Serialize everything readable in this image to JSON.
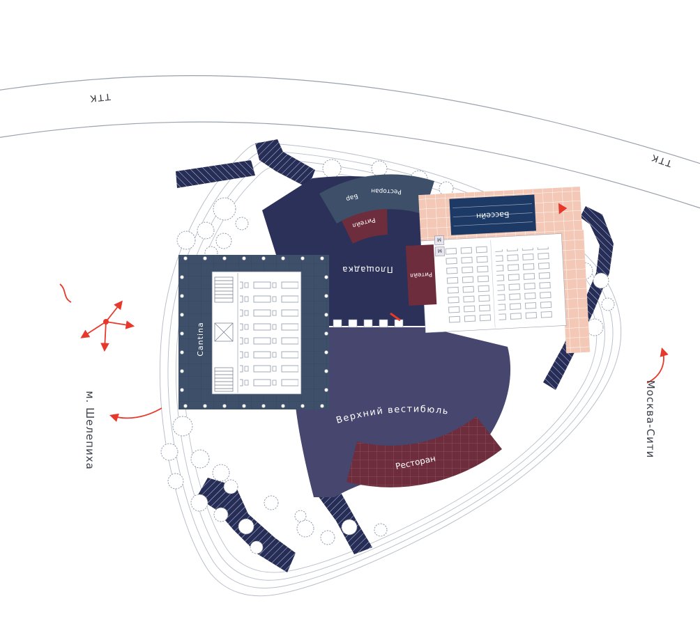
{
  "labels": {
    "ttk_left": "ТТК",
    "ttk_right": "ТТК",
    "metro": "м. Шелепиха",
    "city": "Москва-Сити",
    "cantina": "Cantina",
    "plaza": "Площадка",
    "vestibule": "Верхний вестибюль",
    "restaurant_lower": "Ресторан",
    "restaurant_upper": "Ресторан",
    "bar": "Бар",
    "retail_arc": "Ритейл",
    "retail_block": "Ритейл",
    "pool": "Бассейн",
    "lift_a": "М",
    "lift_b": "М"
  },
  "colors": {
    "navy": "#262d56",
    "plaza": "#2b3158",
    "vestibule": "#46466f",
    "building": "#3e5069",
    "maroon": "#6e2d3c",
    "salmon": "#f3c8b6",
    "pool": "#1d3a66",
    "red": "#e6392b",
    "contour": "#b9bfc9",
    "road": "#9aa1ac",
    "tree": "#8793a4",
    "text": "#3a3f4a"
  }
}
